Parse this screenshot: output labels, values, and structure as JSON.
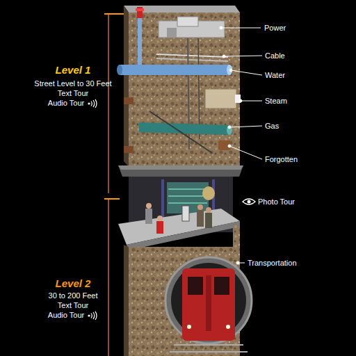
{
  "diagram": {
    "labels": [
      "Level 1",
      "Street Level to 30 Feet",
      "Text Tour",
      "Audio Tour",
      "Power",
      "Cable",
      "Water",
      "Steam",
      "Gas",
      "Forgotten",
      "Photo Tour",
      "Transportation",
      "Level 2",
      "30 to 200 Feet",
      "Text Tour",
      "Audio Tour"
    ]
  }
}
